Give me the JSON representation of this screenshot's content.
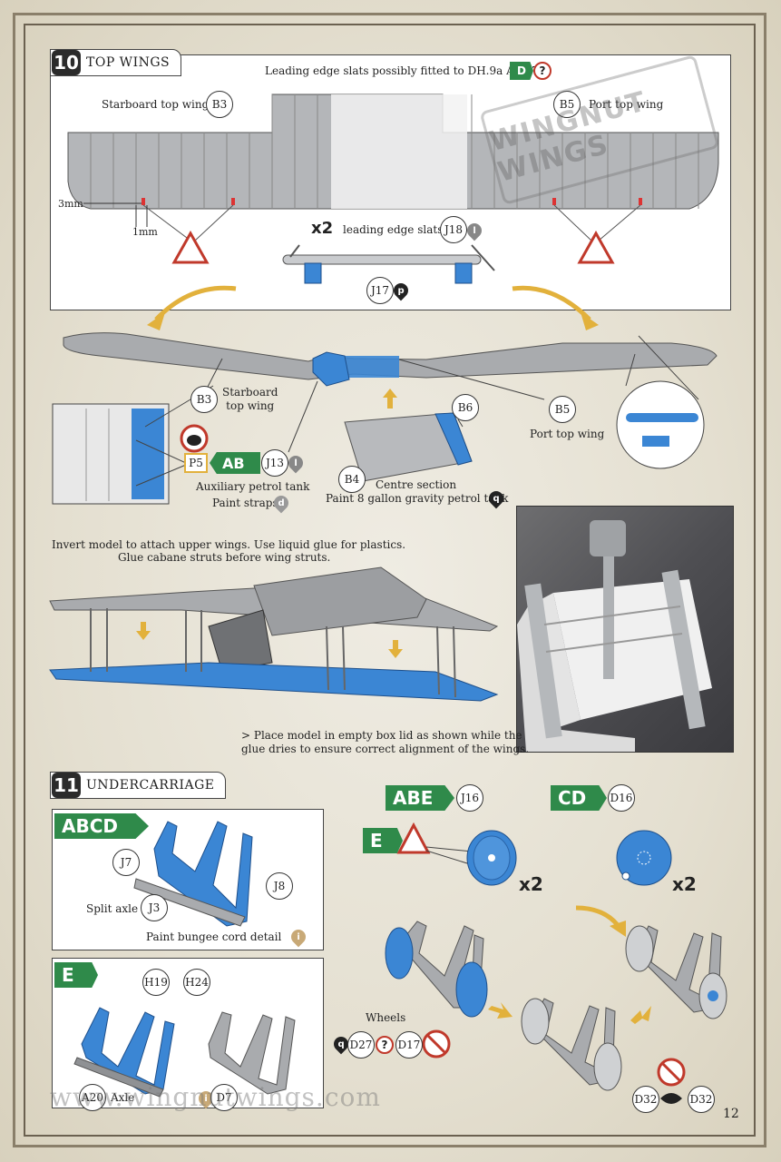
{
  "page_number": "12",
  "watermark": "www.wingnutwings.com",
  "logo_text": "WINGNUT WINGS",
  "step10": {
    "number": "10",
    "title": "TOP WINGS",
    "slats_note": "Leading edge slats possibly fitted to DH.9a A1-17",
    "slats_badge": "D",
    "question": "?",
    "starboard_top_wing_label": "Starboard top wing",
    "starboard_part": "B3",
    "port_part": "B5",
    "port_top_wing_label": "Port top wing",
    "dim_3mm": "3mm",
    "dim_1mm": "1mm",
    "qty_x2": "x2",
    "slats_label": "leading edge slats",
    "part_j18": "J18",
    "j18_paint": "l",
    "part_j17": "J17",
    "j17_paint": "p",
    "b3_label": "B3",
    "b3_caption": "Starboard\ntop wing",
    "b6_label": "B6",
    "b5_label": "B5",
    "b5_caption": "Port top wing",
    "b4_label": "B4",
    "centre_section": "Centre section",
    "gravity_tank_note": "Paint 8 gallon gravity petrol tank",
    "gravity_tank_paint": "q",
    "p5_label": "P5",
    "ab_badge": "AB",
    "j13_label": "J13",
    "j13_paint": "l",
    "aux_tank": "Auxiliary petrol tank",
    "paint_straps": "Paint straps",
    "straps_paint": "d",
    "invert_note_line1": "Invert model to attach upper wings. Use liquid glue for plastics.",
    "invert_note_line2": "Glue cabane struts before wing struts.",
    "box_note_line1": "> Place model in empty box lid as shown while the",
    "box_note_line2": "glue dries to ensure correct alignment of the wings."
  },
  "step11": {
    "number": "11",
    "title": "UNDERCARRIAGE",
    "abcd_badge": "ABCD",
    "j7": "J7",
    "j8": "J8",
    "j3": "J3",
    "split_axle": "Split axle",
    "bungee_note": "Paint bungee cord detail",
    "bungee_paint": "i",
    "e_badge": "E",
    "h19": "H19",
    "h24": "H24",
    "a20": "A20",
    "axle": "Axle",
    "axle_paint": "i",
    "d7": "D7",
    "abe_badge": "ABE",
    "j16": "J16",
    "cd_badge": "CD",
    "d16": "D16",
    "e_badge2": "E",
    "wheels_x2_a": "x2",
    "wheels_x2_b": "x2",
    "wheels_label": "Wheels",
    "d27": "D27",
    "d27_paint": "q",
    "question": "?",
    "d17": "D17",
    "d32_left": "D32",
    "d32_right": "D32"
  },
  "colors": {
    "green_badge": "#2f8a4a",
    "part_blue": "#3b86d4",
    "grey_part": "#a9abae",
    "warning_red": "#c0392b"
  }
}
